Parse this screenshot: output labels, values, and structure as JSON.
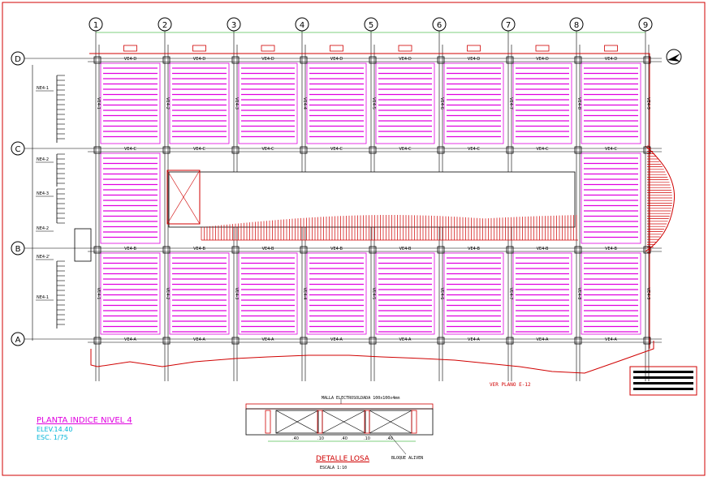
{
  "grid": {
    "columns": [
      "1",
      "2",
      "3",
      "4",
      "5",
      "6",
      "7",
      "8",
      "9"
    ],
    "rows": [
      "D",
      "C",
      "B",
      "A"
    ]
  },
  "beam_tags": {
    "top": "VE4-D",
    "upper_mid": "VE4-C",
    "lower_mid": "VE4-B",
    "bottom": "VE4-A",
    "vertical": [
      "VE4-1",
      "VE4-2",
      "VE4-3",
      "VE4-4",
      "VE4-5",
      "VE4-6",
      "VE4-7",
      "VE4-8",
      "VE4-9"
    ]
  },
  "side_tags": [
    "NE4-1",
    "NE4-2",
    "NE4-3",
    "NE4-2",
    "NE4-2'",
    "NE4-1"
  ],
  "notes": {
    "ver_plano": "VER PLANO E-12",
    "malla": "MALLA ELECTROSOLDADA 100x100x4mm",
    "bloque": "BLOQUE ALIVEN"
  },
  "title_block": {
    "title": "PLANTA INDICE NIVEL 4",
    "elevation": "ELEV.14.40",
    "scale": "ESC. 1/75"
  },
  "detail": {
    "title": "DETALLE LOSA",
    "scale": "ESCALA 1:10",
    "dims": [
      ".40",
      ".10",
      ".40",
      ".10",
      ".40"
    ]
  },
  "colors": {
    "joist": "#e000e0",
    "grid": "#000000",
    "perimeter": "#d00000",
    "dimension": "#00a000",
    "title": "#e000e0",
    "subtitle": "#00b4d8",
    "frame": "#d00000"
  }
}
